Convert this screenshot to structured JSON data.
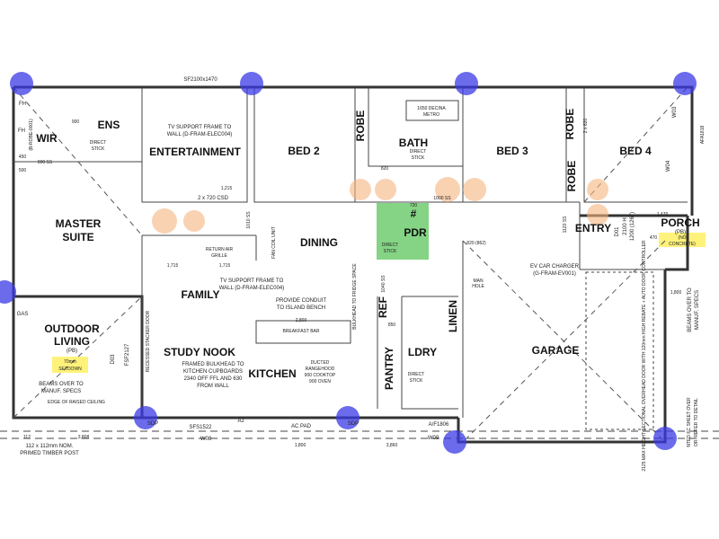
{
  "colors": {
    "sdp_marker": "#3a3ae6",
    "switch_marker": "#f5b47e",
    "pdr_highlight": "#5cc65c",
    "note_highlight": "#fff27a"
  },
  "rooms": {
    "wir": "WIR",
    "ens": "ENS",
    "entertainment": "ENTERTAINMENT",
    "bed2": "BED 2",
    "bath": "BATH",
    "bed3": "BED 3",
    "bed4": "BED 4",
    "master1": "MASTER",
    "master2": "SUITE",
    "dining": "DINING",
    "pdr": "PDR",
    "entry": "ENTRY",
    "porch": "PORCH",
    "porch_sub": "(PB)",
    "family": "FAMILY",
    "outdoor1": "OUTDOOR",
    "outdoor2": "LIVING",
    "outdoor_sub": "(PB)",
    "study": "STUDY NOOK",
    "kitchen": "KITCHEN",
    "pantry": "PANTRY",
    "ldry": "LDRY",
    "garage": "GARAGE",
    "linen": "LINEN",
    "ref": "REF",
    "robe": "ROBE"
  },
  "notes": {
    "tv1a": "TV SUPPORT FRAME TO",
    "tv1b": "WALL (D-FRAM-ELEC004)",
    "tv2a": "TV SUPPORT FRAME TO",
    "tv2b": "WALL (D-FRAM-ELEC004)",
    "conduit1": "PROVIDE CONDUIT",
    "conduit2": "TO ISLAND BENCH",
    "bulk1": "FRAMED BULKHEAD TO",
    "bulk2": "KITCHEN CUPBOARDS",
    "bulk3": "2340 OFF FFL AND 630",
    "bulk4": "FROM WALL",
    "breakfast": "BREAKFAST BAR",
    "range1": "DUCTED",
    "range2": "RANGEHOOD",
    "range3": "900 COOKTOP",
    "range4": "900 OVEN",
    "ev1": "EV CAR CHARGER",
    "ev2": "(G-FRAM-EV001)",
    "bath_tub1": "1650 DECINA",
    "bath_tub2": "METRO",
    "direct": "DIRECT",
    "stick": "STICK",
    "setdown1": "70mm",
    "setdown2": "SETDOWN",
    "concrete1": "(NO",
    "concrete2": "CONCRETE)",
    "beams1": "BEAMS OVER TO",
    "beams2": "MANUF. SPECS",
    "beams3": "BEAMS OVER TO",
    "beams4": "MANUF. SPECS",
    "raised": "EDGE OF RAISED CEILING",
    "post1": "112 x 112mm NOM.",
    "post2": "PRIMED TIMBER POST",
    "return1": "RETURN AIR",
    "return2": "GRILLE",
    "fancoil": "FAN COIL UNIT",
    "manhole1": "MAN",
    "manhole2": "HOLE",
    "garage_door": "2125 MAX HEIGHT SECTIONAL OVERHEAD DOOR WITH 120mm HIGH REBATE + AUTO DOOR CONTROLLER",
    "stacker": "RECESSED STACKER DOOR",
    "fc1": "NTED FC SHEET OVER",
    "fc2": "OR. REFER TO DETAIL",
    "fridge": "BULKHEAD TO FRIDGE SPACE",
    "gas": "GAS",
    "ac": "AC PAD",
    "robe_id": "(B-ROBE-0001)",
    "afa": "AFA1818"
  },
  "labels": {
    "sp_top": "SF2100x1470",
    "csd": "2 x 720 CSD",
    "sfs": "SFS1522",
    "fsf": "FSF2127",
    "af": "A/F1806",
    "w08": "W08",
    "w09": "W09",
    "w03": "W03",
    "w04": "W04",
    "d01": "D01",
    "d03": "D03",
    "door_h1": "2100 H",
    "door_h2": "1200 (1267)",
    "sdp": "SDP",
    "aj": "AJ",
    "fh": "FH",
    "hash": "#"
  },
  "dims": {
    "d900": "900",
    "d900ss": "900 SS",
    "d450": "450",
    "d500": "500",
    "d1215": "1,215",
    "d1715a": "1,715",
    "d1715b": "1,715",
    "d1010": "1010 SS",
    "d1000": "1000 SS",
    "d1120": "1120 SS",
    "d1040": "1040 SS",
    "d2800": "2,800",
    "d1470": "1,470",
    "d470": "470",
    "d3808": "3,808",
    "d3860": "3,860",
    "d1800": "1,800",
    "d1800b": "1,800",
    "d112": "112",
    "d820": "820",
    "d720": "720",
    "d820b": "820 (862)",
    "d850": "850",
    "d2x620": "2 x 620"
  }
}
